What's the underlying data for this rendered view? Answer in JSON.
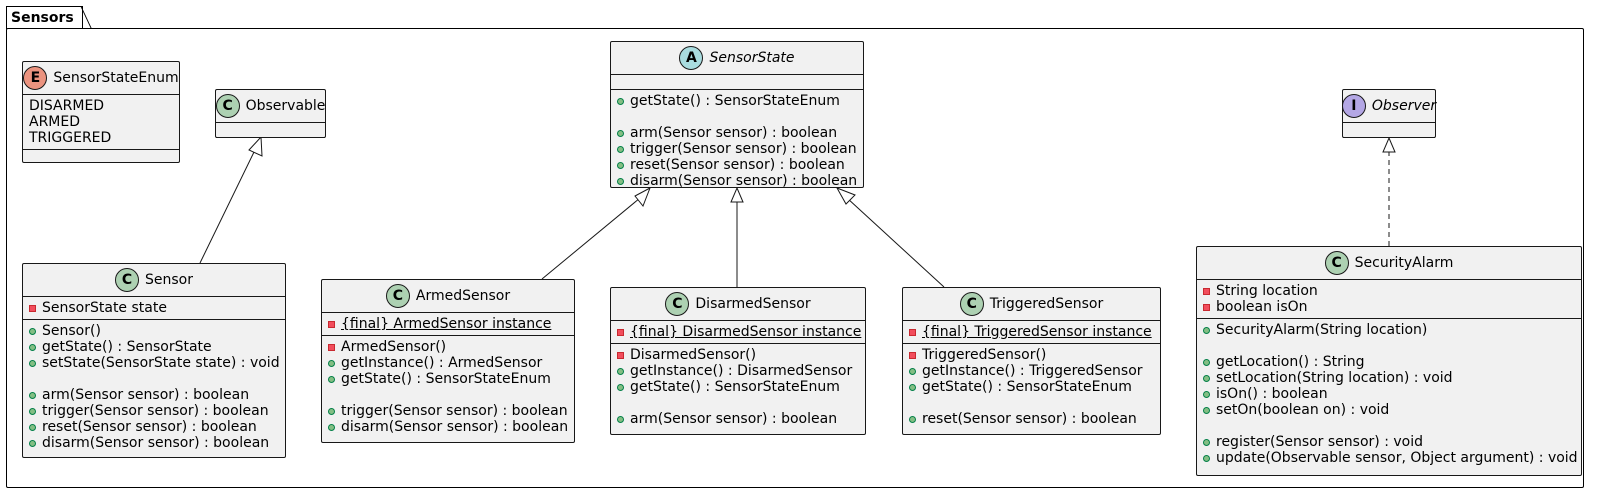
{
  "package": {
    "name": "Sensors"
  },
  "classes": {
    "sensor_state_enum": {
      "kind": "E",
      "name": "SensorStateEnum",
      "values": [
        "DISARMED",
        "ARMED",
        "TRIGGERED"
      ]
    },
    "observable": {
      "kind": "C",
      "name": "Observable"
    },
    "sensor_state": {
      "kind": "A",
      "name": "SensorState",
      "methods": [
        "getState() : SensorStateEnum",
        "",
        "arm(Sensor sensor) : boolean",
        "trigger(Sensor sensor) : boolean",
        "reset(Sensor sensor) : boolean",
        "disarm(Sensor sensor) : boolean"
      ]
    },
    "observer": {
      "kind": "I",
      "name": "Observer"
    },
    "sensor": {
      "kind": "C",
      "name": "Sensor",
      "fields": [
        "SensorState state"
      ],
      "methods": [
        "Sensor()",
        "getState() : SensorState",
        "setState(SensorState state) : void",
        "",
        "arm(Sensor sensor) : boolean",
        "trigger(Sensor sensor) : boolean",
        "reset(Sensor sensor) : boolean",
        "disarm(Sensor sensor) : boolean"
      ]
    },
    "armed_sensor": {
      "kind": "C",
      "name": "ArmedSensor",
      "fields": [
        "{final} ArmedSensor instance"
      ],
      "methods": [
        "ArmedSensor()",
        "getInstance() : ArmedSensor",
        "getState() : SensorStateEnum",
        "",
        "trigger(Sensor sensor) : boolean",
        "disarm(Sensor sensor) : boolean"
      ]
    },
    "disarmed_sensor": {
      "kind": "C",
      "name": "DisarmedSensor",
      "fields": [
        "{final} DisarmedSensor instance"
      ],
      "methods": [
        "DisarmedSensor()",
        "getInstance() : DisarmedSensor",
        "getState() : SensorStateEnum",
        "",
        "arm(Sensor sensor) : boolean"
      ]
    },
    "triggered_sensor": {
      "kind": "C",
      "name": "TriggeredSensor",
      "fields": [
        "{final} TriggeredSensor instance"
      ],
      "methods": [
        "TriggeredSensor()",
        "getInstance() : TriggeredSensor",
        "getState() : SensorStateEnum",
        "",
        "reset(Sensor sensor) : boolean"
      ]
    },
    "security_alarm": {
      "kind": "C",
      "name": "SecurityAlarm",
      "fields": [
        "String location",
        "boolean isOn"
      ],
      "methods": [
        "SecurityAlarm(String location)",
        "",
        "getLocation() : String",
        "setLocation(String location) : void",
        "isOn() : boolean",
        "setOn(boolean on) : void",
        "",
        "register(Sensor sensor) : void",
        "update(Observable sensor, Object argument) : void"
      ]
    }
  },
  "colors": {
    "class_fill": "#f1f1f1",
    "class_circle": "#add1b2",
    "abstract_circle": "#a9dcdf",
    "interface_circle": "#b4a7e5",
    "enum_circle": "#eb937f",
    "public_marker": "#84be84",
    "private_marker": "#f24d5c"
  }
}
